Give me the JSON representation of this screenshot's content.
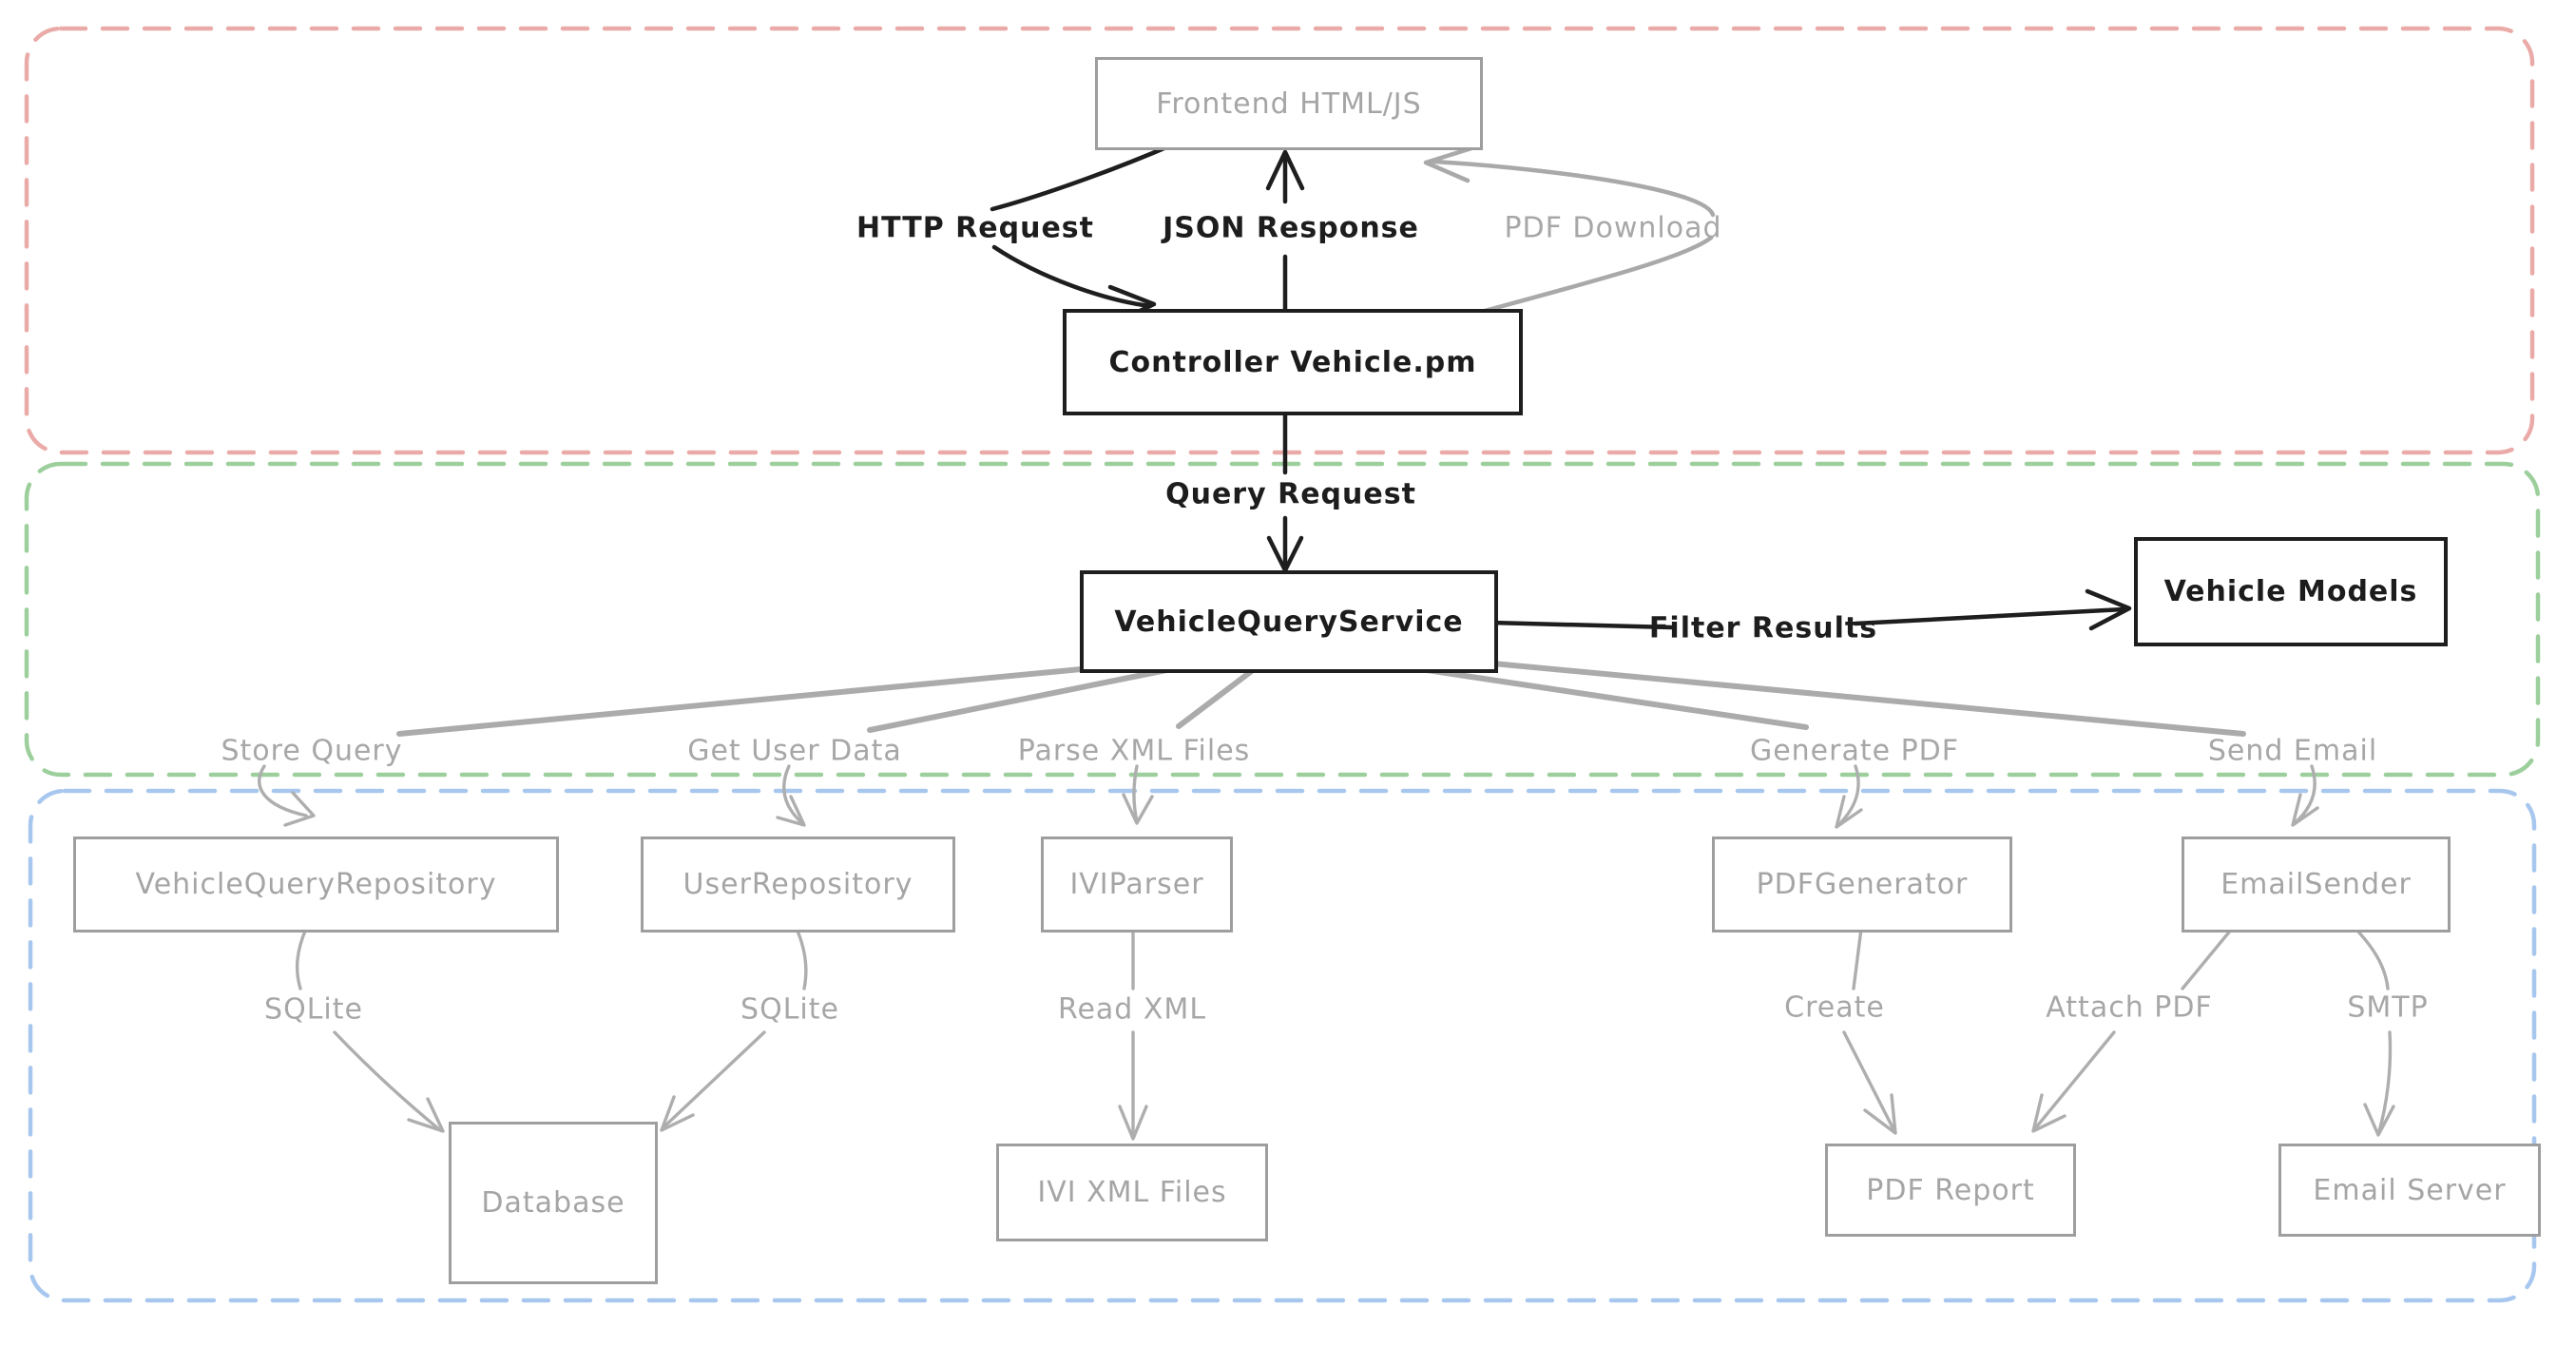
{
  "colors": {
    "ink": "#1e1e1e",
    "muted_stroke": "#a9a9a9",
    "muted_text": "#a5a5a5",
    "region_red": "#eaaba8",
    "region_green": "#9ccf9c",
    "region_blue": "#a7c7ee"
  },
  "nodes": {
    "frontend": {
      "label": "Frontend HTML/JS"
    },
    "controller": {
      "label": "Controller Vehicle.pm"
    },
    "vehicle_query_service": {
      "label": "VehicleQueryService"
    },
    "vehicle_models": {
      "label": "Vehicle Models"
    },
    "vehicle_query_repository": {
      "label": "VehicleQueryRepository"
    },
    "user_repository": {
      "label": "UserRepository"
    },
    "ivi_parser": {
      "label": "IVIParser"
    },
    "pdf_generator": {
      "label": "PDFGenerator"
    },
    "email_sender": {
      "label": "EmailSender"
    },
    "database": {
      "label": "Database"
    },
    "ivi_xml_files": {
      "label": "IVI XML Files"
    },
    "pdf_report": {
      "label": "PDF Report"
    },
    "email_server": {
      "label": "Email Server"
    }
  },
  "edges": {
    "http_request": {
      "label": "HTTP Request"
    },
    "json_response": {
      "label": "JSON Response"
    },
    "pdf_download": {
      "label": "PDF Download"
    },
    "query_request": {
      "label": "Query Request"
    },
    "filter_results": {
      "label": "Filter Results"
    },
    "store_query": {
      "label": "Store Query"
    },
    "get_user_data": {
      "label": "Get User Data"
    },
    "parse_xml_files": {
      "label": "Parse XML Files"
    },
    "generate_pdf": {
      "label": "Generate PDF"
    },
    "send_email": {
      "label": "Send Email"
    },
    "sqlite_left": {
      "label": "SQLite"
    },
    "sqlite_right": {
      "label": "SQLite"
    },
    "read_xml": {
      "label": "Read XML"
    },
    "create": {
      "label": "Create"
    },
    "attach_pdf": {
      "label": "Attach PDF"
    },
    "smtp": {
      "label": "SMTP"
    }
  }
}
